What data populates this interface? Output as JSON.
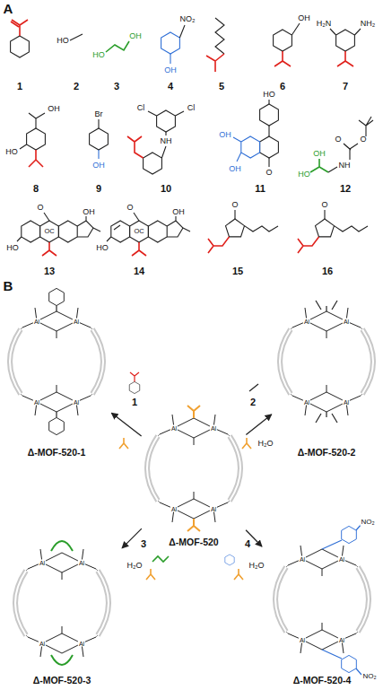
{
  "diagram": {
    "nodes": [
      {
        "text": [
          "Δ-MOF-520-1"
        ]
      },
      {
        "text": [
          "Δ-MOF-520-2"
        ]
      },
      {
        "text": [
          "Δ-MOF-520"
        ]
      },
      {
        "text": [
          "Δ-MOF-520-3"
        ]
      },
      {
        "text": [
          "Δ-MOF-520-4"
        ]
      }
    ],
    "edges": [
      {
        "from": 2,
        "to": 0,
        "label": "1",
        "arrow": "to"
      },
      {
        "from": 2,
        "to": 1,
        "label": "2",
        "arrow": "to"
      },
      {
        "from": 2,
        "to": 3,
        "label": "3",
        "arrow": "to"
      },
      {
        "from": 2,
        "to": 4,
        "label": "4",
        "arrow": "to"
      }
    ],
    "labels": [
      "A",
      "1",
      "2",
      "3",
      "4",
      "5",
      "6",
      "7",
      "8",
      "9",
      "10",
      "11",
      "12",
      "13",
      "14",
      "15",
      "16",
      "B",
      "HO",
      "HO",
      "OH",
      "NO₂",
      "OH",
      "OH",
      "H₂N",
      "NH₂",
      "HO",
      "OH",
      "Br",
      "OH",
      "Cl",
      "Cl",
      "NH",
      "HO",
      "O",
      "OH",
      "OH",
      "HO",
      "OH",
      "NH",
      "O",
      "O",
      "O",
      "OH",
      "HO",
      "OC",
      "O",
      "OH",
      "HO",
      "OC",
      "O",
      "O",
      "H₂O",
      "H₂O",
      "H₂O",
      "NO₂",
      "NO₂",
      "Al",
      "Al",
      "Al",
      "Al",
      "Al",
      "Al",
      "Al",
      "Al",
      "Al",
      "Al",
      "Al",
      "Al",
      "Al",
      "Al",
      "Al",
      "Al",
      "Al",
      "Al",
      "Al",
      "Al"
    ]
  }
}
